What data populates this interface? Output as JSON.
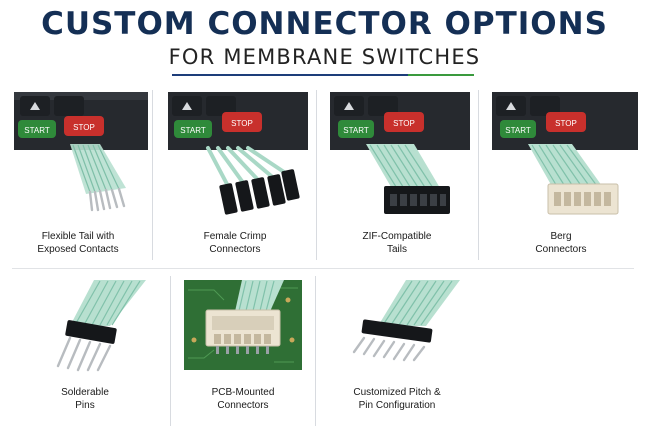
{
  "header": {
    "title": "CUSTOM CONNECTOR OPTIONS",
    "subtitle": "FOR MEMBRANE SWITCHES"
  },
  "keypad": {
    "start_label": "START",
    "stop_label": "STOP"
  },
  "options": [
    {
      "line1": "Flexible Tail with",
      "line2": "Exposed Contacts"
    },
    {
      "line1": "Female Crimp",
      "line2": "Connectors"
    },
    {
      "line1": "ZIF-Compatible",
      "line2": "Tails"
    },
    {
      "line1": "Berg",
      "line2": "Connectors"
    },
    {
      "line1": "Solderable",
      "line2": "Pins"
    },
    {
      "line1": "PCB-Mounted",
      "line2": "Connectors"
    },
    {
      "line1": "Customized Pitch &",
      "line2": "Pin Configuration"
    }
  ],
  "colors": {
    "title": "#142f55",
    "accent_green": "#3a9a3e",
    "start_button": "#2f8a3a",
    "stop_button": "#c8302c",
    "keypad": "#26292e",
    "tail": "#a9d8c6",
    "pcb": "#2f6f35"
  }
}
